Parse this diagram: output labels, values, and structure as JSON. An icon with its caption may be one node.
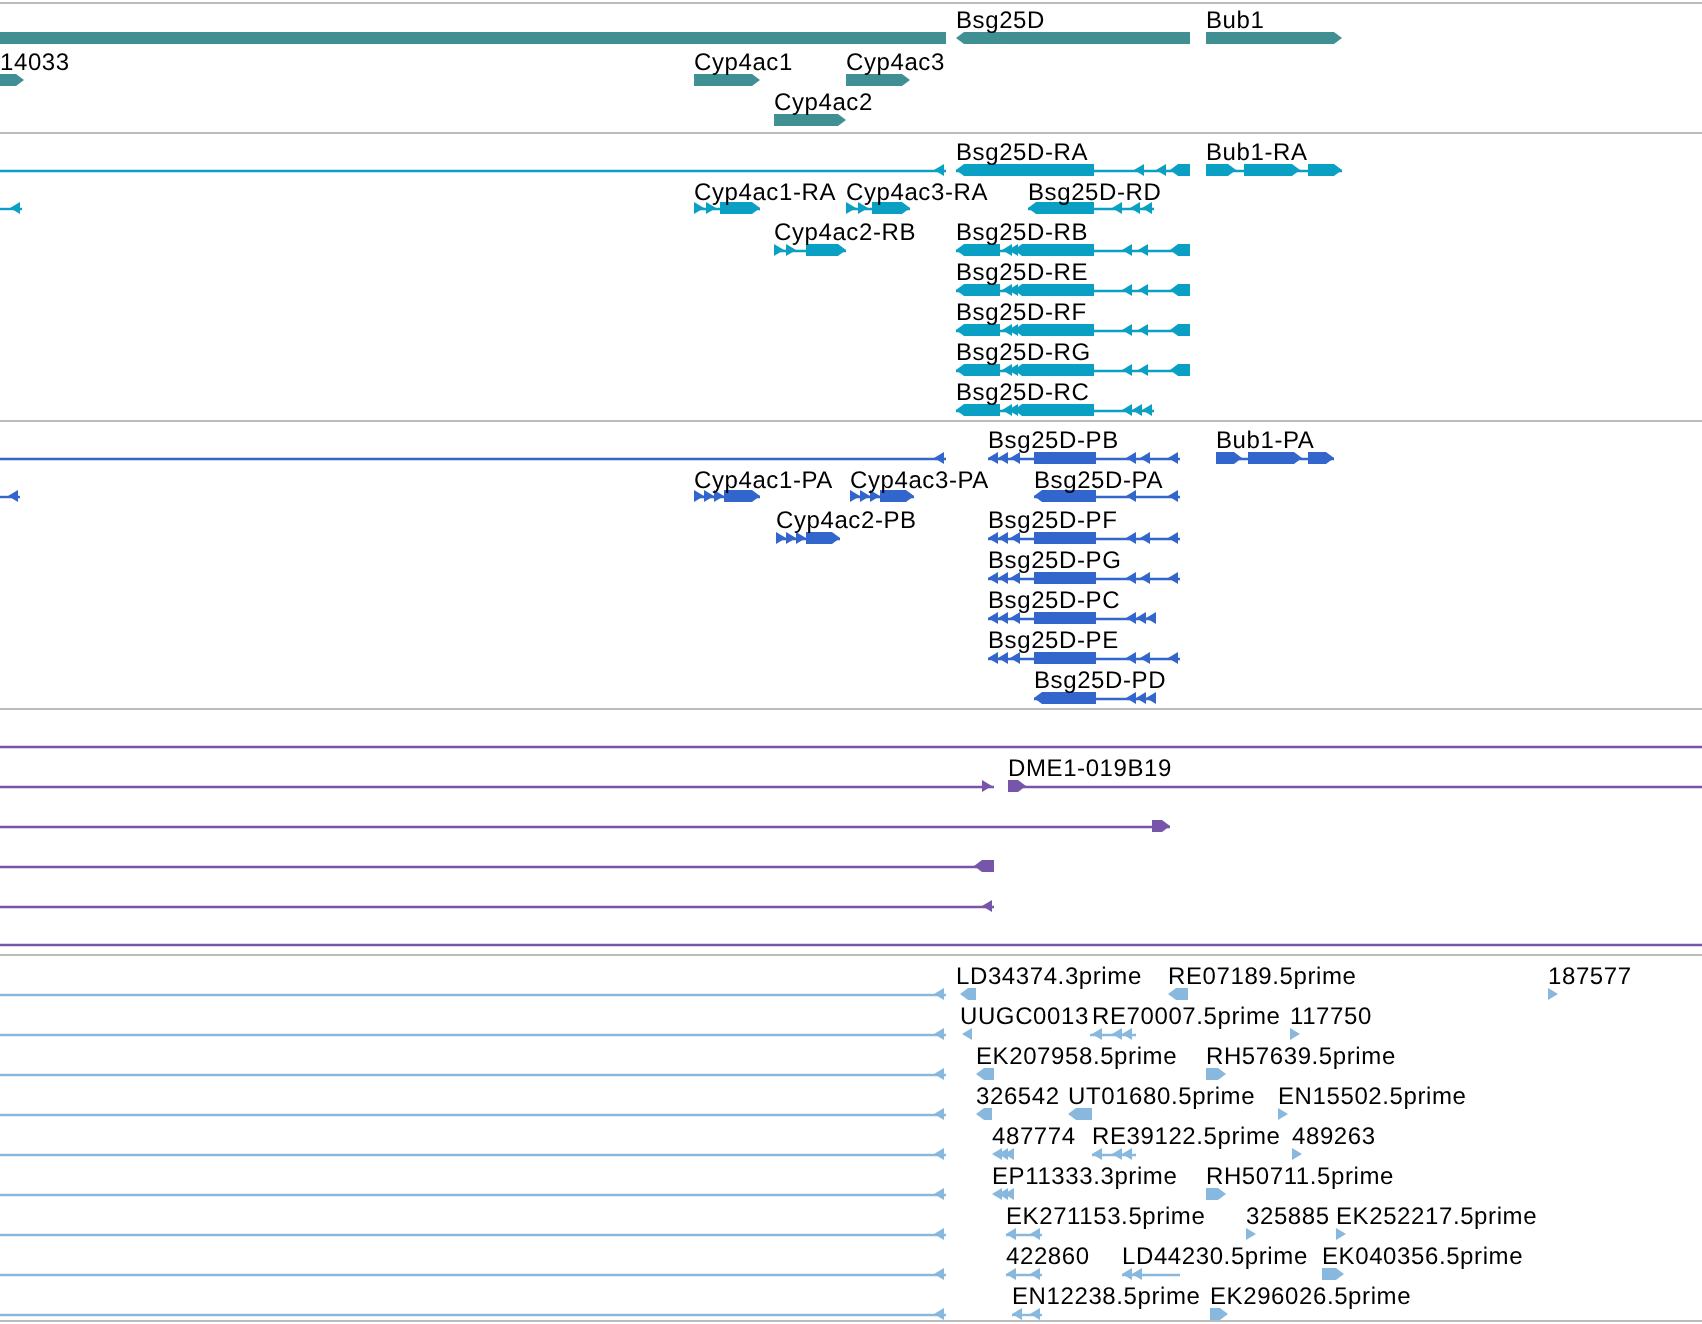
{
  "diagram": {
    "labels": [
      "Bsg25D",
      "Bub1",
      "14033",
      "Cyp4ac1",
      "Cyp4ac3",
      "Cyp4ac2",
      "Bsg25D-RA",
      "Bub1-RA",
      "Cyp4ac1-RA",
      "Cyp4ac3-RA",
      "Bsg25D-RD",
      "Cyp4ac2-RB",
      "Bsg25D-RB",
      "Bsg25D-RE",
      "Bsg25D-RF",
      "Bsg25D-RG",
      "Bsg25D-RC",
      "Bsg25D-PB",
      "Bub1-PA",
      "Cyp4ac1-PA",
      "Cyp4ac3-PA",
      "Bsg25D-PA",
      "Cyp4ac2-PB",
      "Bsg25D-PF",
      "Bsg25D-PG",
      "Bsg25D-PC",
      "Bsg25D-PE",
      "Bsg25D-PD",
      "DME1-019B19",
      "LD34374.3prime",
      "RE07189.5prime",
      "187577",
      "UUGC0013",
      "RE70007.5prime",
      "117750",
      "EK207958.5prime",
      "RH57639.5prime",
      "326542",
      "UT01680.5prime",
      "EN15502.5prime",
      "487774",
      "RE39122.5prime",
      "489263",
      "EP11333.3prime",
      "RH50711.5prime",
      "EK271153.5prime",
      "325885",
      "EK252217.5prime",
      "422860",
      "LD44230.5prime",
      "EK040356.5prime",
      "EN12238.5prime",
      "EK296026.5prime"
    ]
  }
}
